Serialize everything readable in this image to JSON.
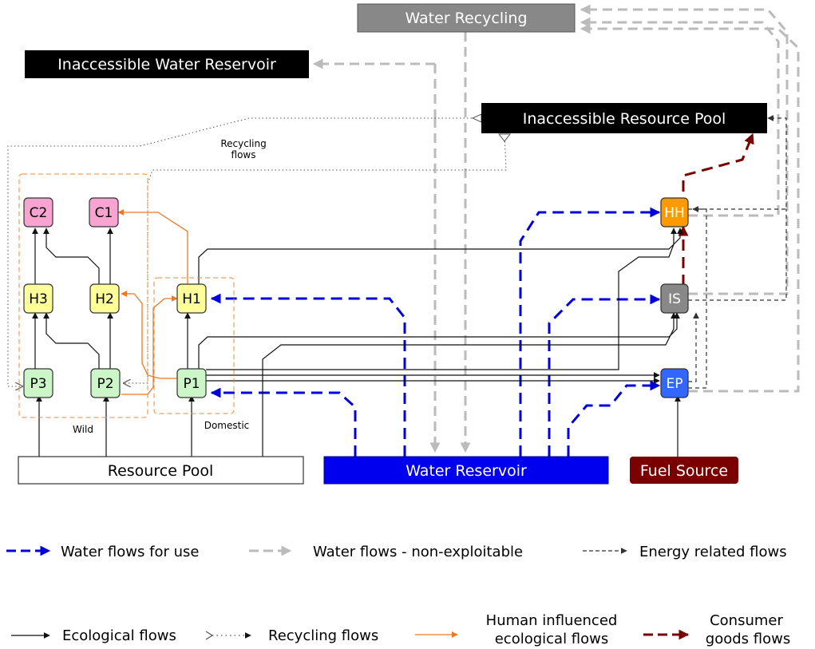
{
  "boxes": {
    "water_recycling": "Water Recycling",
    "inaccessible_water_reservoir": "Inaccessible Water Reservoir",
    "inaccessible_resource_pool": "Inaccessible Resource Pool",
    "resource_pool": "Resource Pool",
    "water_reservoir": "Water Reservoir",
    "fuel_source": "Fuel Source"
  },
  "nodes": {
    "c2": "C2",
    "c1": "C1",
    "h3": "H3",
    "h2": "H2",
    "h1": "H1",
    "p3": "P3",
    "p2": "P2",
    "p1": "P1",
    "hh": "HH",
    "is": "IS",
    "ep": "EP"
  },
  "annotations": {
    "recycling_flows_1": "Recycling",
    "recycling_flows_2": "flows",
    "wild": "Wild",
    "domestic": "Domestic"
  },
  "legend": {
    "water_use": "Water flows for use",
    "water_nonexploitable": "Water flows - non-exploitable",
    "energy": "Energy related flows",
    "ecological": "Ecological flows",
    "recycling": "Recycling flows",
    "human_influenced_1": "Human influenced",
    "human_influenced_2": "ecological flows",
    "consumer_1": "Consumer",
    "consumer_2": "goods flows"
  },
  "colors": {
    "water_use": "#0000dd",
    "water_nonexploitable": "#bbbbbb",
    "energy": "#333333",
    "ecological": "#111111",
    "human_influenced": "#ee7722",
    "consumer": "#7a0000",
    "consumer_node": "#f8a3d0",
    "herbivore_node": "#ffff99",
    "producer_node": "#ccf5c8",
    "hh_node": "#ff9900",
    "is_node": "#888888",
    "ep_node": "#3366ff",
    "water_reservoir": "#0000ee",
    "fuel_source": "#7a0000",
    "water_recycling": "#888888"
  }
}
